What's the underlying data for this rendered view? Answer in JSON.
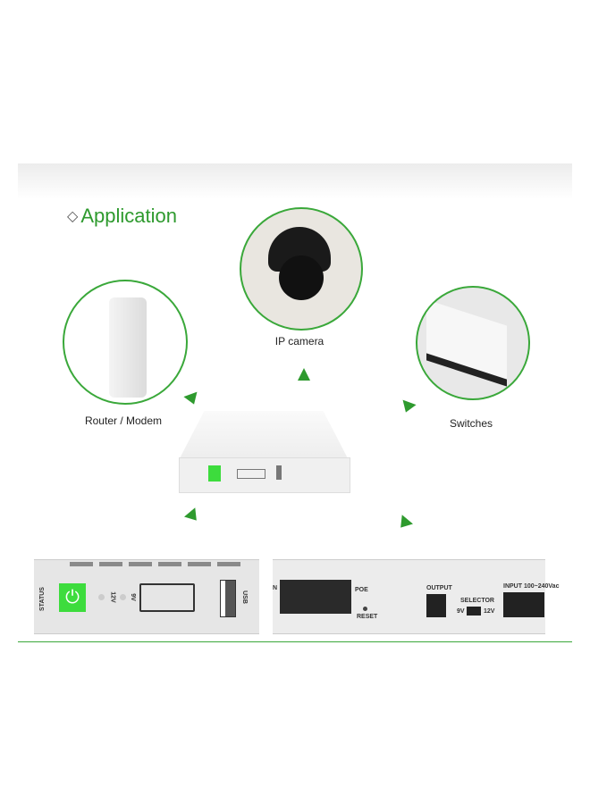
{
  "heading": {
    "title": "Application",
    "bullet": "◇"
  },
  "applications": [
    {
      "label": "IP camera",
      "icon": "ip-camera"
    },
    {
      "label": "Router / Modem",
      "icon": "router"
    },
    {
      "label": "Switches",
      "icon": "network-switch"
    }
  ],
  "front_panel": {
    "status": "STATUS",
    "v12": "12V",
    "v9": "9V",
    "usb": "USB"
  },
  "back_panel": {
    "lan": "N",
    "poe": "POE",
    "reset": "RESET",
    "output": "OUTPUT",
    "selector": "SELECTOR",
    "sel_low": "9V",
    "sel_high": "12V",
    "input": "INPUT 100~240Vac"
  },
  "colors": {
    "accent": "#2e9a2e",
    "power_button": "#3ddc3d"
  }
}
